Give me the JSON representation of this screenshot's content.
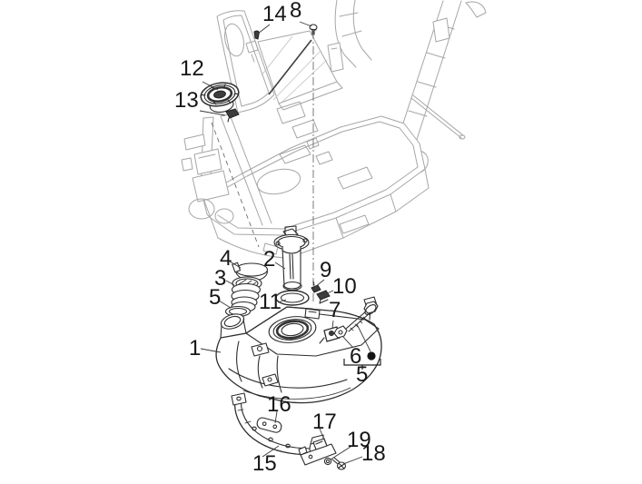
{
  "diagram": {
    "kind": "exploded-parts-diagram",
    "subject": "scooter fuel tank assembly with frame",
    "background_color": "#ffffff",
    "frame_line_color": "#a6a6a6",
    "part_line_color": "#2d2d2d",
    "label_color": "#161616",
    "labels": [
      {
        "text": "14"
      },
      {
        "text": "8"
      },
      {
        "text": "12"
      },
      {
        "text": "13"
      },
      {
        "text": "4"
      },
      {
        "text": "2"
      },
      {
        "text": "3"
      },
      {
        "text": "9"
      },
      {
        "text": "10"
      },
      {
        "text": "5"
      },
      {
        "text": "11"
      },
      {
        "text": "7"
      },
      {
        "text": "1"
      },
      {
        "text": "6"
      },
      {
        "text": "•"
      },
      {
        "text": "5"
      },
      {
        "text": "16"
      },
      {
        "text": "17"
      },
      {
        "text": "19"
      },
      {
        "text": "18"
      },
      {
        "text": "15"
      }
    ],
    "part_semantics": {
      "1": "fuel-tank",
      "2": "fuel-level-sender",
      "3": "filler-bellows-sleeve",
      "4": "clamp-band",
      "5": "seal-ring-kit",
      "6": "nut",
      "7": "tank-clamp",
      "8": "screw",
      "9": "clip",
      "10": "clip",
      "11": "sender-gasket-ring",
      "12": "fuel-filler-cap",
      "13": "cap-retainer-clip",
      "14": "rivet-pin",
      "15": "tank-support-strap",
      "16": "rubber-pad",
      "17": "strap-bracket",
      "18": "bolt",
      "19": "washer"
    }
  }
}
